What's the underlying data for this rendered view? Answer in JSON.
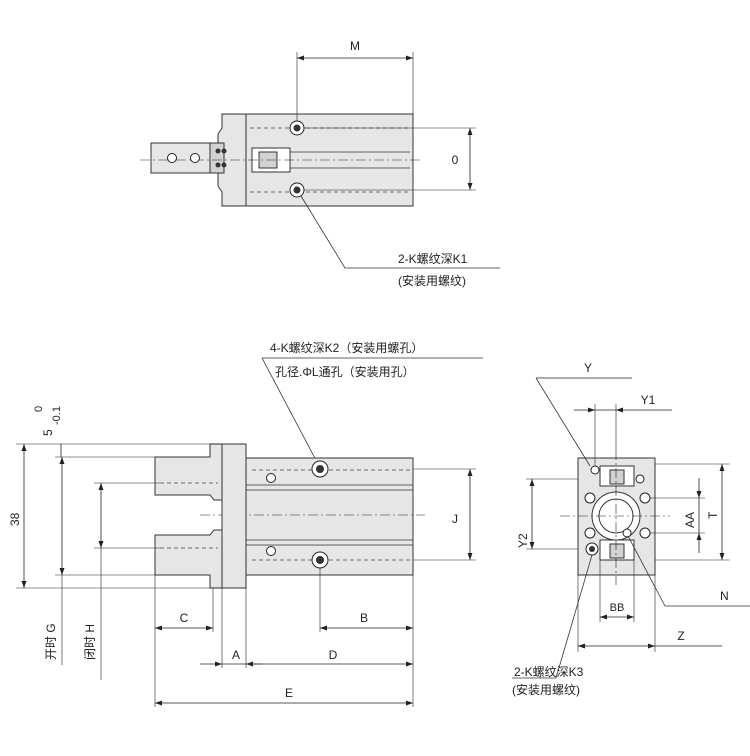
{
  "top_view": {
    "dim_M": "M",
    "dim_O": "0",
    "callout_line1": "2-K螺纹深K1",
    "callout_line2": "(安装用螺纹)"
  },
  "front_view": {
    "callout_line1": "4-K螺纹深K2（安装用螺孔）",
    "callout_line2": "孔径.ΦL通孔（安装用孔）",
    "tol_upper": "0",
    "tol_base": "5",
    "tol_lower": "-0.1",
    "dim_38": "38",
    "dim_G": "开时 G",
    "dim_H": "闭时 H",
    "dim_C": "C",
    "dim_A": "A",
    "dim_D": "D",
    "dim_B": "B",
    "dim_E": "E",
    "dim_J": "J"
  },
  "side_view": {
    "dim_Y": "Y",
    "dim_Y1": "Y1",
    "dim_Y2": "Y2",
    "dim_AA": "AA",
    "dim_T": "T",
    "dim_BB": "BB",
    "dim_N": "N",
    "dim_Z": "Z",
    "callout_line1": "2-K螺纹深K3",
    "callout_line2": "(安装用螺纹)"
  }
}
